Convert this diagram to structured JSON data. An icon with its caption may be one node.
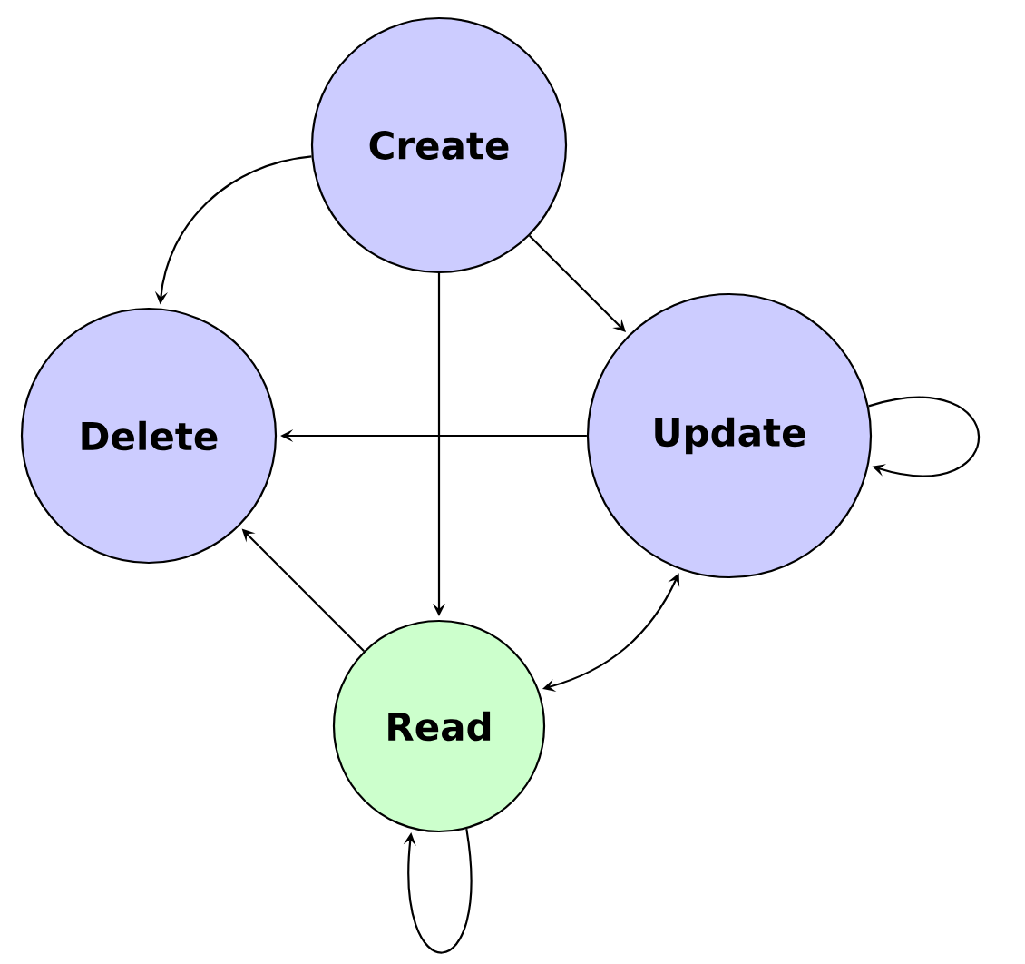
{
  "diagram": {
    "nodes": [
      {
        "text": [
          "Create"
        ]
      },
      {
        "text": [
          "Delete"
        ]
      },
      {
        "text": [
          "Update"
        ]
      },
      {
        "text": [
          "Read"
        ]
      }
    ],
    "edges": [
      {
        "from": 0,
        "to": 1,
        "arrow": "to"
      },
      {
        "from": 0,
        "to": 2,
        "arrow": "to"
      },
      {
        "from": 0,
        "to": 3,
        "arrow": "to"
      },
      {
        "from": 2,
        "to": 1,
        "arrow": "to"
      },
      {
        "from": 2,
        "to": 2,
        "arrow": "to"
      },
      {
        "from": 3,
        "to": 1,
        "arrow": "to"
      },
      {
        "from": 3,
        "to": 2,
        "arrow": "both"
      },
      {
        "from": 3,
        "to": 3,
        "arrow": "to"
      }
    ]
  }
}
